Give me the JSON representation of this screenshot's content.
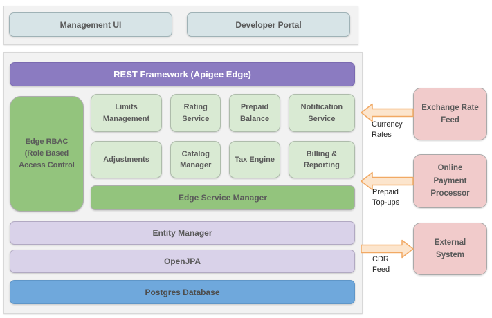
{
  "top_frame": {
    "management_ui": "Management UI",
    "developer_portal": "Developer Portal"
  },
  "main_frame": {
    "rest_framework": "REST Framework (Apigee Edge)",
    "edge_rbac": "Edge RBAC (Role Based Access Control",
    "services_row1": [
      "Limits Management",
      "Rating Service",
      "Prepaid Balance",
      "Notification Service"
    ],
    "services_row2": [
      "Adjustments",
      "Catalog Manager",
      "Tax Engine",
      "Billing & Reporting"
    ],
    "edge_service_manager": "Edge Service Manager",
    "entity_manager": "Entity Manager",
    "openjpa": "OpenJPA",
    "postgres_database": "Postgres Database"
  },
  "external_systems": [
    {
      "label": "Exchange Rate Feed"
    },
    {
      "label": "Online Payment Processor"
    },
    {
      "label": "External System"
    }
  ],
  "flows": [
    {
      "label": "Currency Rates",
      "direction": "left"
    },
    {
      "label": "Prepaid Top-ups",
      "direction": "left"
    },
    {
      "label": "CDR Feed",
      "direction": "right"
    }
  ],
  "colors": {
    "frame_bg": "#f2f2f2",
    "client_box": "#d7e4e7",
    "rest_purple": "#8b7bc1",
    "green_dark": "#93c47d",
    "green_light": "#d9ead3",
    "lavender": "#d9d2e9",
    "blue": "#6fa8dc",
    "pink": "#f1cbcb",
    "arrow_fill": "#fce5cd",
    "arrow_stroke": "#f1a964",
    "label_text": "#5a5a5a"
  }
}
